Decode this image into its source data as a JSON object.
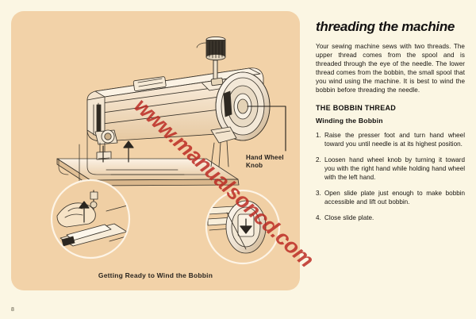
{
  "page": {
    "number": "8",
    "background_color": "#fbf6e3",
    "panel_color": "#f2d2a8"
  },
  "watermark": {
    "text": "www.manualsoncd.com",
    "color": "#ba241e"
  },
  "figure": {
    "caption": "Getting Ready to Wind the Bobbin",
    "callout_label_line1": "Hand Wheel",
    "callout_label_line2": "Knob",
    "alt": "Line drawing of a sewing machine with thread spool on spool pin, hand wheel at right, plus two circular detail insets showing opening the slide plate and loosening the hand wheel knob"
  },
  "article": {
    "title": "threading the machine",
    "intro": "Your sewing machine sews with two threads. The upper thread comes from the spool and is threaded through the eye of the needle. The lower thread comes from the bobbin, the small spool that you wind using the machine. It is best to wind the bobbin before threading the needle.",
    "section_heading": "THE BOBBIN THREAD",
    "subsection_heading": "Winding the Bobbin",
    "steps": [
      {
        "num": "1.",
        "text": "Raise the presser foot and turn hand wheel toward you until needle is at its highest position."
      },
      {
        "num": "2.",
        "text": "Loosen hand wheel knob by turning it toward you with the right hand while holding hand wheel with the left hand."
      },
      {
        "num": "3.",
        "text": "Open slide plate just enough to make bobbin accessible and lift out bobbin."
      },
      {
        "num": "4.",
        "text": "Close slide plate."
      }
    ]
  }
}
